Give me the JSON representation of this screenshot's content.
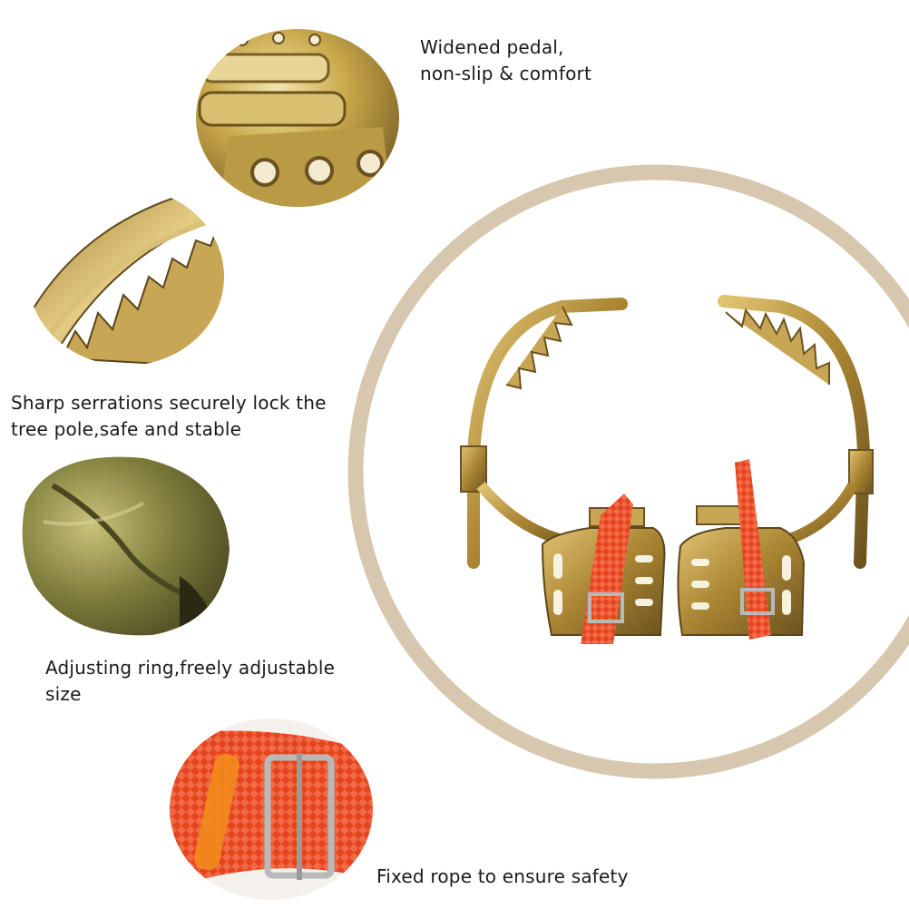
{
  "captions": {
    "pedal": [
      "Widened pedal,",
      "non-slip & comfort"
    ],
    "serration": [
      "Sharp serrations securely lock the",
      "tree pole,safe and stable"
    ],
    "ring": [
      "Adjusting ring,freely adjustable",
      "size"
    ],
    "rope": [
      "Fixed rope to ensure safety"
    ]
  },
  "colors": {
    "ring": "#d6c7ae",
    "metal_gold": "#c9a84a",
    "metal_dark": "#8a6a2a",
    "metal_green": "#7c7a3a",
    "strap_orange": "#e6431f",
    "buckle": "#b9b9b9",
    "clip_orange": "#f28b1c"
  }
}
